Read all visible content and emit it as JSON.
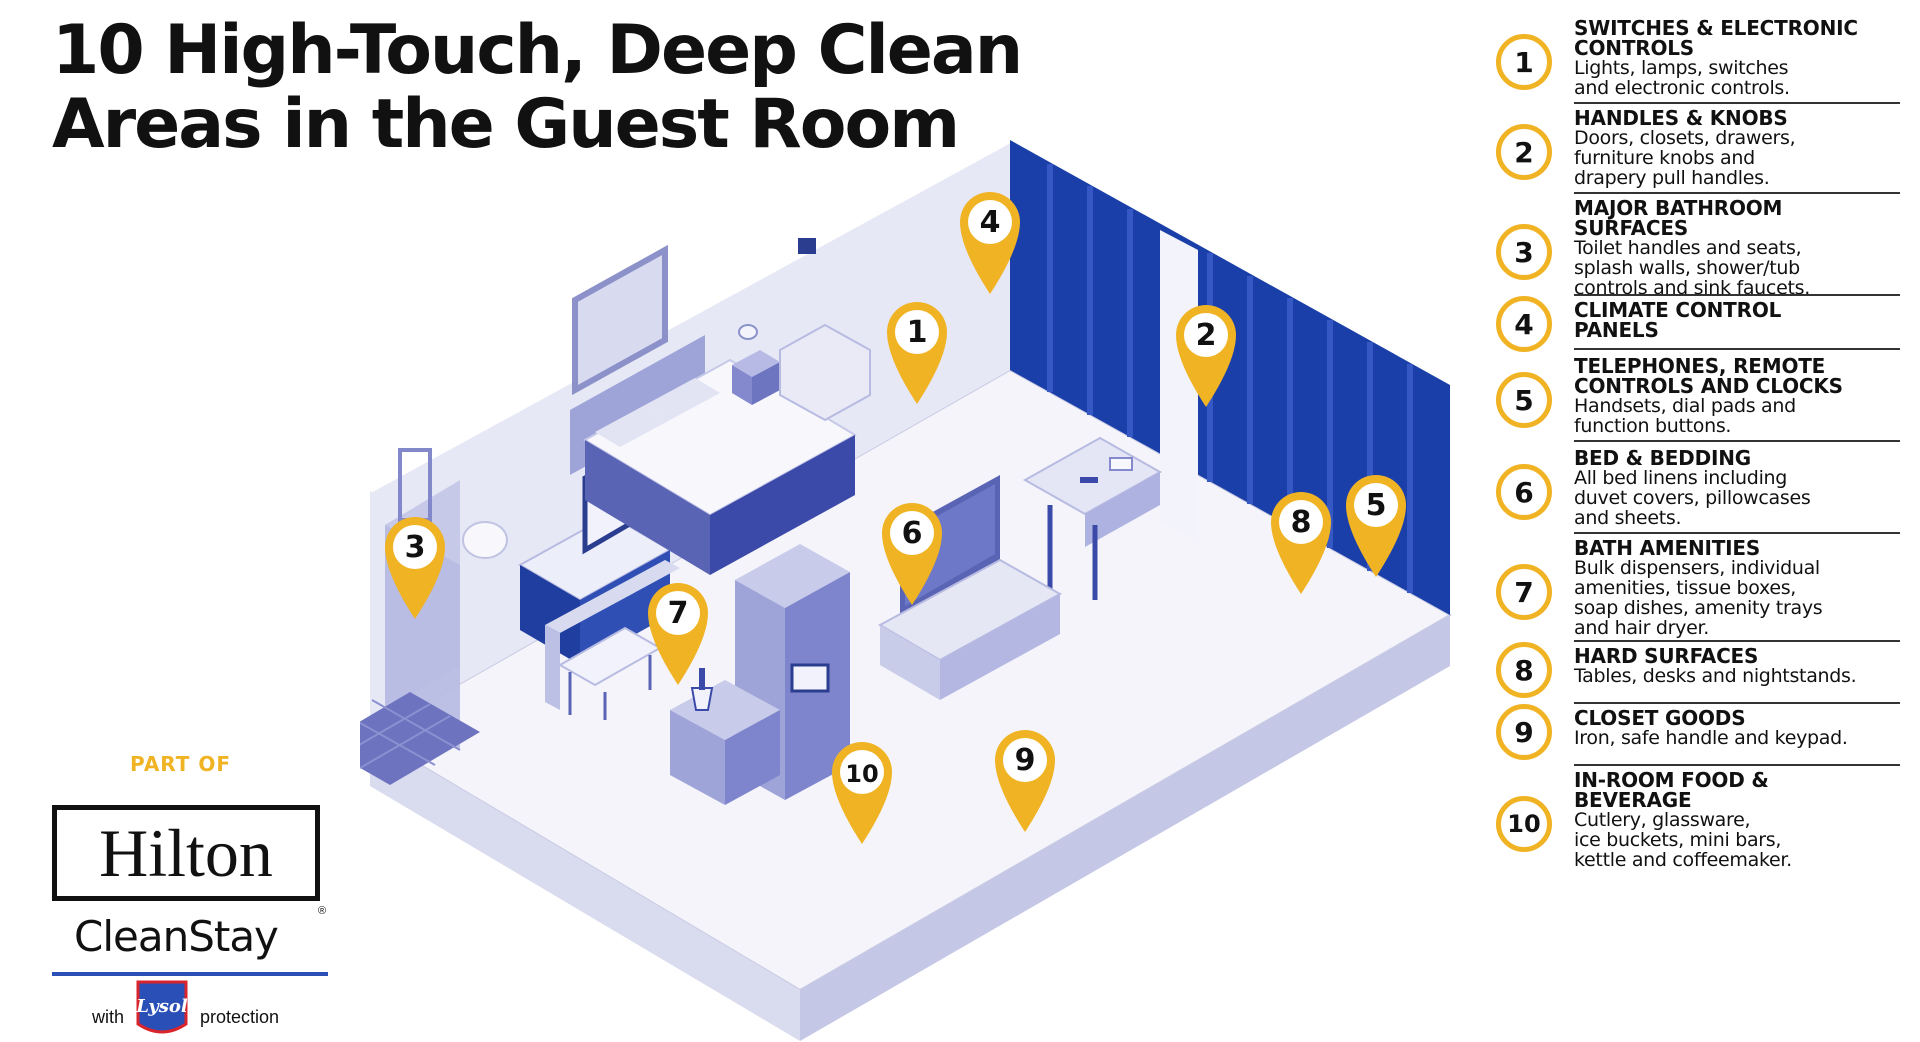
{
  "title": {
    "line1": "10 High-Touch, Deep Clean",
    "line2": "Areas in the Guest Room"
  },
  "brand": {
    "part_of": "PART OF",
    "hilton": "Hilton",
    "registered": "®",
    "cleanstay": "CleanStay",
    "with": "with",
    "lysol": "Lysol",
    "protection": "protection",
    "rule_color": "#2a4fb6"
  },
  "colors": {
    "accent": "#f0b323",
    "curtain": "#1a3fa8",
    "room_light": "#e8e8f4",
    "room_mid": "#9ea4d8",
    "room_dark": "#5a64b4"
  },
  "legend": [
    {
      "num": "1",
      "head_lines": [
        "SWITCHES & ELECTRONIC",
        "CONTROLS"
      ],
      "desc_lines": [
        "Lights, lamps, switches",
        "and electronic controls."
      ]
    },
    {
      "num": "2",
      "head_lines": [
        "HANDLES & KNOBS"
      ],
      "desc_lines": [
        "Doors, closets, drawers,",
        "furniture knobs and",
        "drapery pull handles."
      ]
    },
    {
      "num": "3",
      "head_lines": [
        "MAJOR BATHROOM",
        "SURFACES"
      ],
      "desc_lines": [
        "Toilet handles and seats,",
        "splash walls, shower/tub",
        "controls and sink faucets."
      ]
    },
    {
      "num": "4",
      "head_lines": [
        "CLIMATE CONTROL",
        "PANELS"
      ],
      "desc_lines": []
    },
    {
      "num": "5",
      "head_lines": [
        "TELEPHONES, REMOTE",
        "CONTROLS AND CLOCKS"
      ],
      "desc_lines": [
        "Handsets, dial pads and",
        "function buttons."
      ]
    },
    {
      "num": "6",
      "head_lines": [
        "BED & BEDDING"
      ],
      "desc_lines": [
        "All bed linens including",
        "duvet covers, pillowcases",
        "and sheets."
      ]
    },
    {
      "num": "7",
      "head_lines": [
        "BATH AMENITIES"
      ],
      "desc_lines": [
        "Bulk dispensers, individual",
        "amenities, tissue boxes,",
        "soap dishes, amenity trays",
        "and hair dryer."
      ]
    },
    {
      "num": "8",
      "head_lines": [
        "HARD SURFACES"
      ],
      "desc_lines": [
        "Tables, desks and nightstands."
      ]
    },
    {
      "num": "9",
      "head_lines": [
        "CLOSET GOODS"
      ],
      "desc_lines": [
        "Iron, safe handle and keypad."
      ]
    },
    {
      "num": "10",
      "head_lines": [
        "IN-ROOM FOOD &",
        "BEVERAGE"
      ],
      "desc_lines": [
        "Cutlery, glassware,",
        "ice buckets, mini bars,",
        "kettle and coffeemaker."
      ]
    }
  ],
  "markers": [
    {
      "num": "1",
      "label": "switches-electronic-controls"
    },
    {
      "num": "2",
      "label": "handles-knobs"
    },
    {
      "num": "3",
      "label": "major-bathroom-surfaces"
    },
    {
      "num": "4",
      "label": "climate-control-panels"
    },
    {
      "num": "5",
      "label": "telephones-remote-controls-clocks"
    },
    {
      "num": "6",
      "label": "bed-bedding"
    },
    {
      "num": "7",
      "label": "bath-amenities"
    },
    {
      "num": "8",
      "label": "hard-surfaces"
    },
    {
      "num": "9",
      "label": "closet-goods"
    },
    {
      "num": "10",
      "label": "in-room-food-beverage"
    }
  ]
}
